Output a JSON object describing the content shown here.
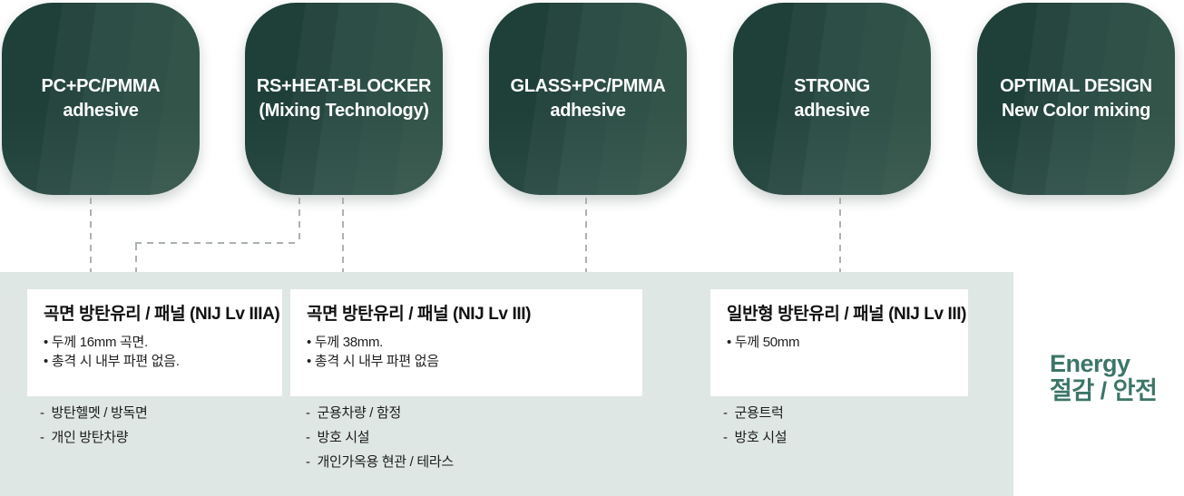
{
  "technologies": [
    {
      "line1": "PC+PC/PMMA",
      "line2": "adhesive"
    },
    {
      "line1": "RS+HEAT-BLOCKER",
      "line2": "(Mixing Technology)"
    },
    {
      "line1": "GLASS+PC/PMMA",
      "line2": "adhesive"
    },
    {
      "line1": "STRONG",
      "line2": "adhesive"
    },
    {
      "line1": "OPTIMAL DESIGN",
      "line2": "New Color mixing"
    }
  ],
  "panel": {
    "cards": [
      {
        "title": "곡면 방탄유리 / 패널 (NIJ Lv IIIA)",
        "specs": [
          "두께 16mm 곡면.",
          "총격 시 내부 파편 없음."
        ],
        "applications": [
          "방탄헬멧 / 방독면",
          "개인 방탄차량"
        ]
      },
      {
        "title": "곡면 방탄유리 / 패널 (NIJ Lv III)",
        "specs": [
          "두께 38mm.",
          "총격 시 내부 파편 없음"
        ],
        "applications": [
          "군용차량 / 함정",
          "방호 시설",
          "개인가옥용 현관 / 테라스"
        ]
      },
      {
        "title": "일반형 방탄유리 / 패널 (NIJ Lv III)",
        "specs": [
          "두께 50mm"
        ],
        "applications": [
          "군용트럭",
          "방호 시설"
        ]
      }
    ]
  },
  "highlight": {
    "line1": "Energy",
    "line2": "절감 / 안전"
  },
  "colors": {
    "tile_green_dark": "#1e4038",
    "tile_green_light": "#335449",
    "panel_bg": "#dfe7e4",
    "card_bg": "#ffffff",
    "connector_gray": "#abb2b0",
    "highlight_green": "#3c7668"
  }
}
